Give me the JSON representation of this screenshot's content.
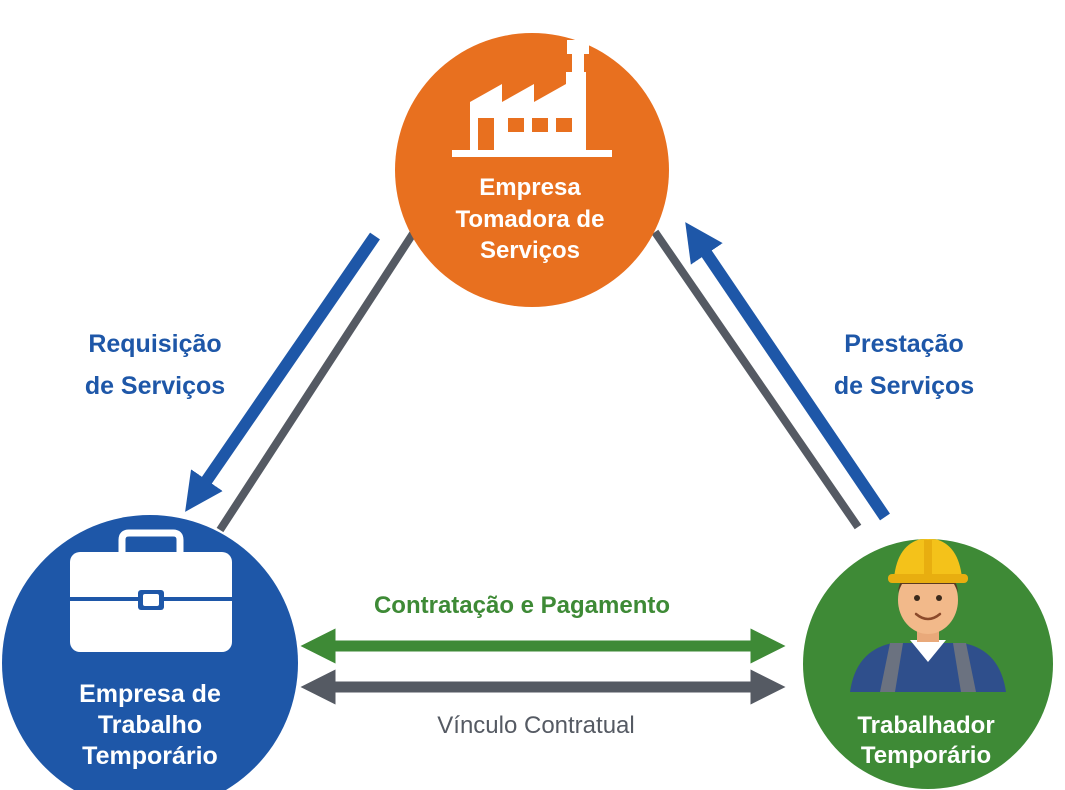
{
  "nodes": {
    "tomadora": {
      "line1": "Empresa",
      "line2": "Tomadora de",
      "line3": "Serviços",
      "color": "#E8701F"
    },
    "trabalho_temporario": {
      "line1": "Empresa de",
      "line2": "Trabalho",
      "line3": "Temporário",
      "color": "#1E57A8"
    },
    "trabalhador": {
      "line1": "Trabalhador",
      "line2": "Temporário",
      "color": "#3E8A36"
    }
  },
  "edges": {
    "requisicao": {
      "line1": "Requisição",
      "line2": "de Serviços",
      "color": "#1E57A8"
    },
    "prestacao": {
      "line1": "Prestação",
      "line2": "de Serviços",
      "color": "#1E57A8"
    },
    "contratacao": {
      "label": "Contratação e Pagamento",
      "color": "#3E8A36"
    },
    "vinculo": {
      "label": "Vínculo Contratual",
      "color": "#555A63"
    }
  },
  "icons": {
    "tomadora": "factory-icon",
    "trabalho_temporario": "briefcase-icon",
    "trabalhador": "worker-icon"
  }
}
